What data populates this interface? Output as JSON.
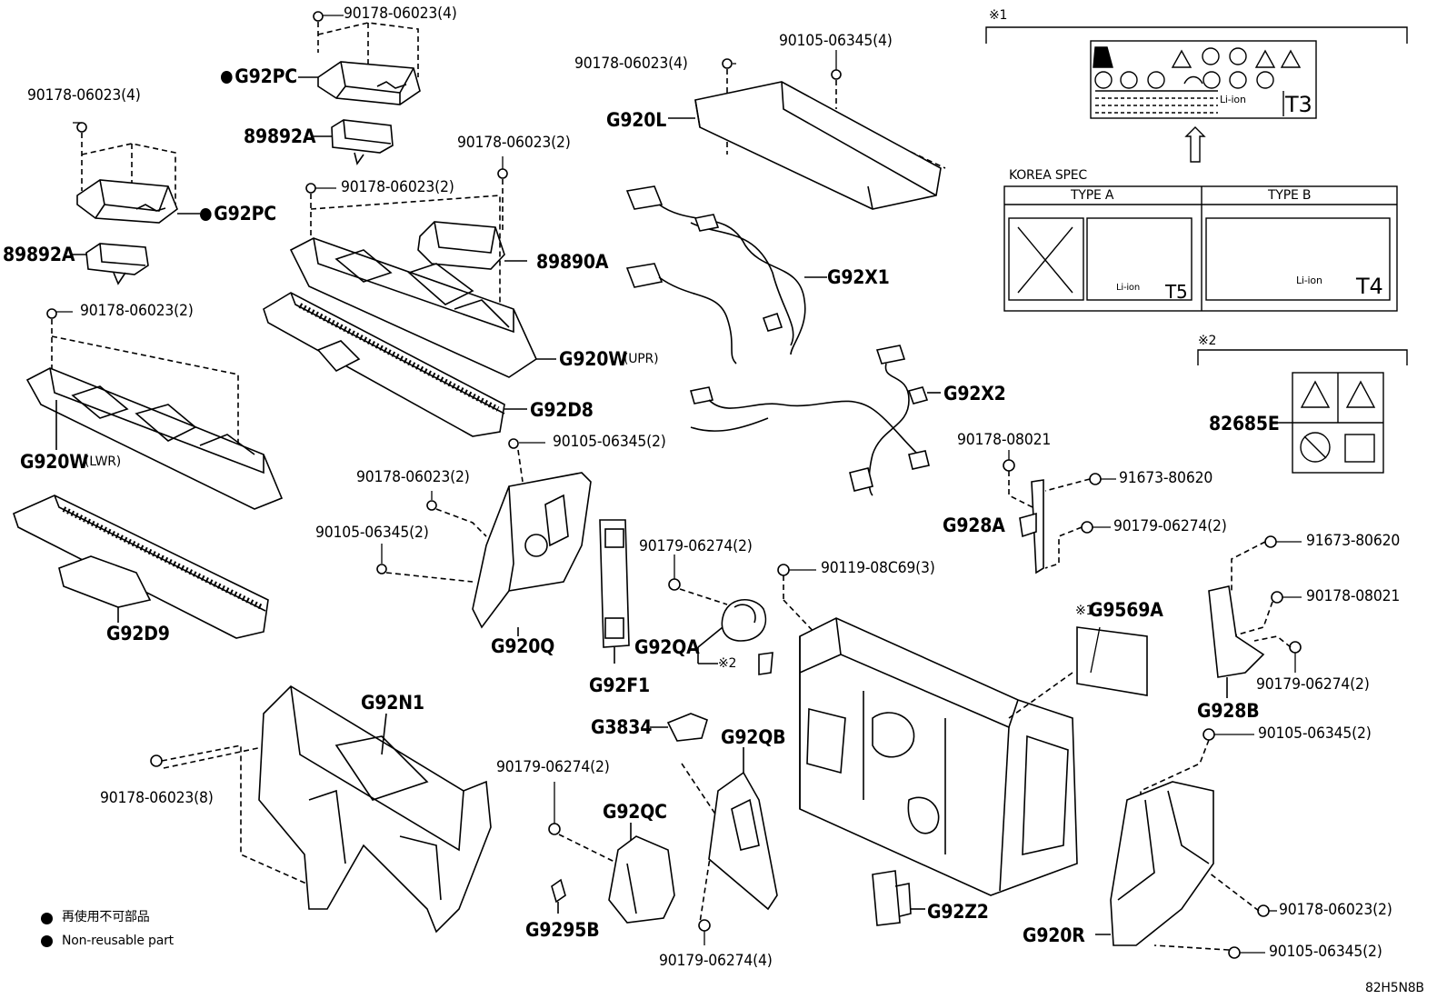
{
  "parts": {
    "p_90178_06023_4_top": "90178-06023(4)",
    "p_G92PC_top": "G92PC",
    "p_89892A_top": "89892A",
    "p_90178_06023_4_left": "90178-06023(4)",
    "p_G92PC_left": "G92PC",
    "p_89892A_left": "89892A",
    "p_90178_06023_2_a": "90178-06023(2)",
    "p_90178_06023_2_b": "90178-06023(2)",
    "p_89890A": "89890A",
    "p_90178_06023_2_c": "90178-06023(2)",
    "p_G920W_UPR": "G920W",
    "p_UPR": "(UPR)",
    "p_G92D8": "G92D8",
    "p_G920W_LWR": "G920W",
    "p_LWR": "(LWR)",
    "p_G92D9": "G92D9",
    "p_90178_06023_4_mid": "90178-06023(4)",
    "p_90105_06345_4": "90105-06345(4)",
    "p_G920L": "G920L",
    "p_G92X1": "G92X1",
    "p_G92X2": "G92X2",
    "p_90105_06345_2_a": "90105-06345(2)",
    "p_90178_06023_2_d": "90178-06023(2)",
    "p_90105_06345_2_b": "90105-06345(2)",
    "p_G920Q": "G920Q",
    "p_G92F1": "G92F1",
    "p_90179_06274_2_a": "90179-06274(2)",
    "p_90119_08C69_3": "90119-08C69(3)",
    "p_G92QA": "G92QA",
    "p_note2_small": "※2",
    "p_G3834": "G3834",
    "p_G92QB": "G92QB",
    "p_90179_06274_2_b": "90179-06274(2)",
    "p_G92QC": "G92QC",
    "p_G9295B": "G9295B",
    "p_90179_06274_4": "90179-06274(4)",
    "p_G92Z2": "G92Z2",
    "p_G92N1": "G92N1",
    "p_90178_06023_8": "90178-06023(8)",
    "p_note1_small": "※1",
    "p_G9569A": "G9569A",
    "p_90178_08021_a": "90178-08021",
    "p_91673_80620_a": "91673-80620",
    "p_G928A": "G928A",
    "p_90179_06274_2_c": "90179-06274(2)",
    "p_91673_80620_b": "91673-80620",
    "p_90178_08021_b": "90178-08021",
    "p_90179_06274_2_d": "90179-06274(2)",
    "p_G928B": "G928B",
    "p_90105_06345_2_c": "90105-06345(2)",
    "p_G920R": "G920R",
    "p_90178_06023_2_e": "90178-06023(2)",
    "p_90105_06345_2_d": "90105-06345(2)"
  },
  "labels": {
    "note1": "※1",
    "note2": "※2",
    "korea_spec": "KOREA SPEC",
    "type_a": "TYPE A",
    "type_b": "TYPE B",
    "part_82685E": "82685E",
    "t3": "T3",
    "t4": "T4",
    "t5": "T5",
    "li_ion_a": "Li-ion",
    "li_ion_b": "Li-ion",
    "li_ion_c": "Li-ion"
  },
  "legend": {
    "jp": "再使用不可部品",
    "en": "Non-reusable part"
  },
  "footer": {
    "code": "82H5N8B"
  }
}
